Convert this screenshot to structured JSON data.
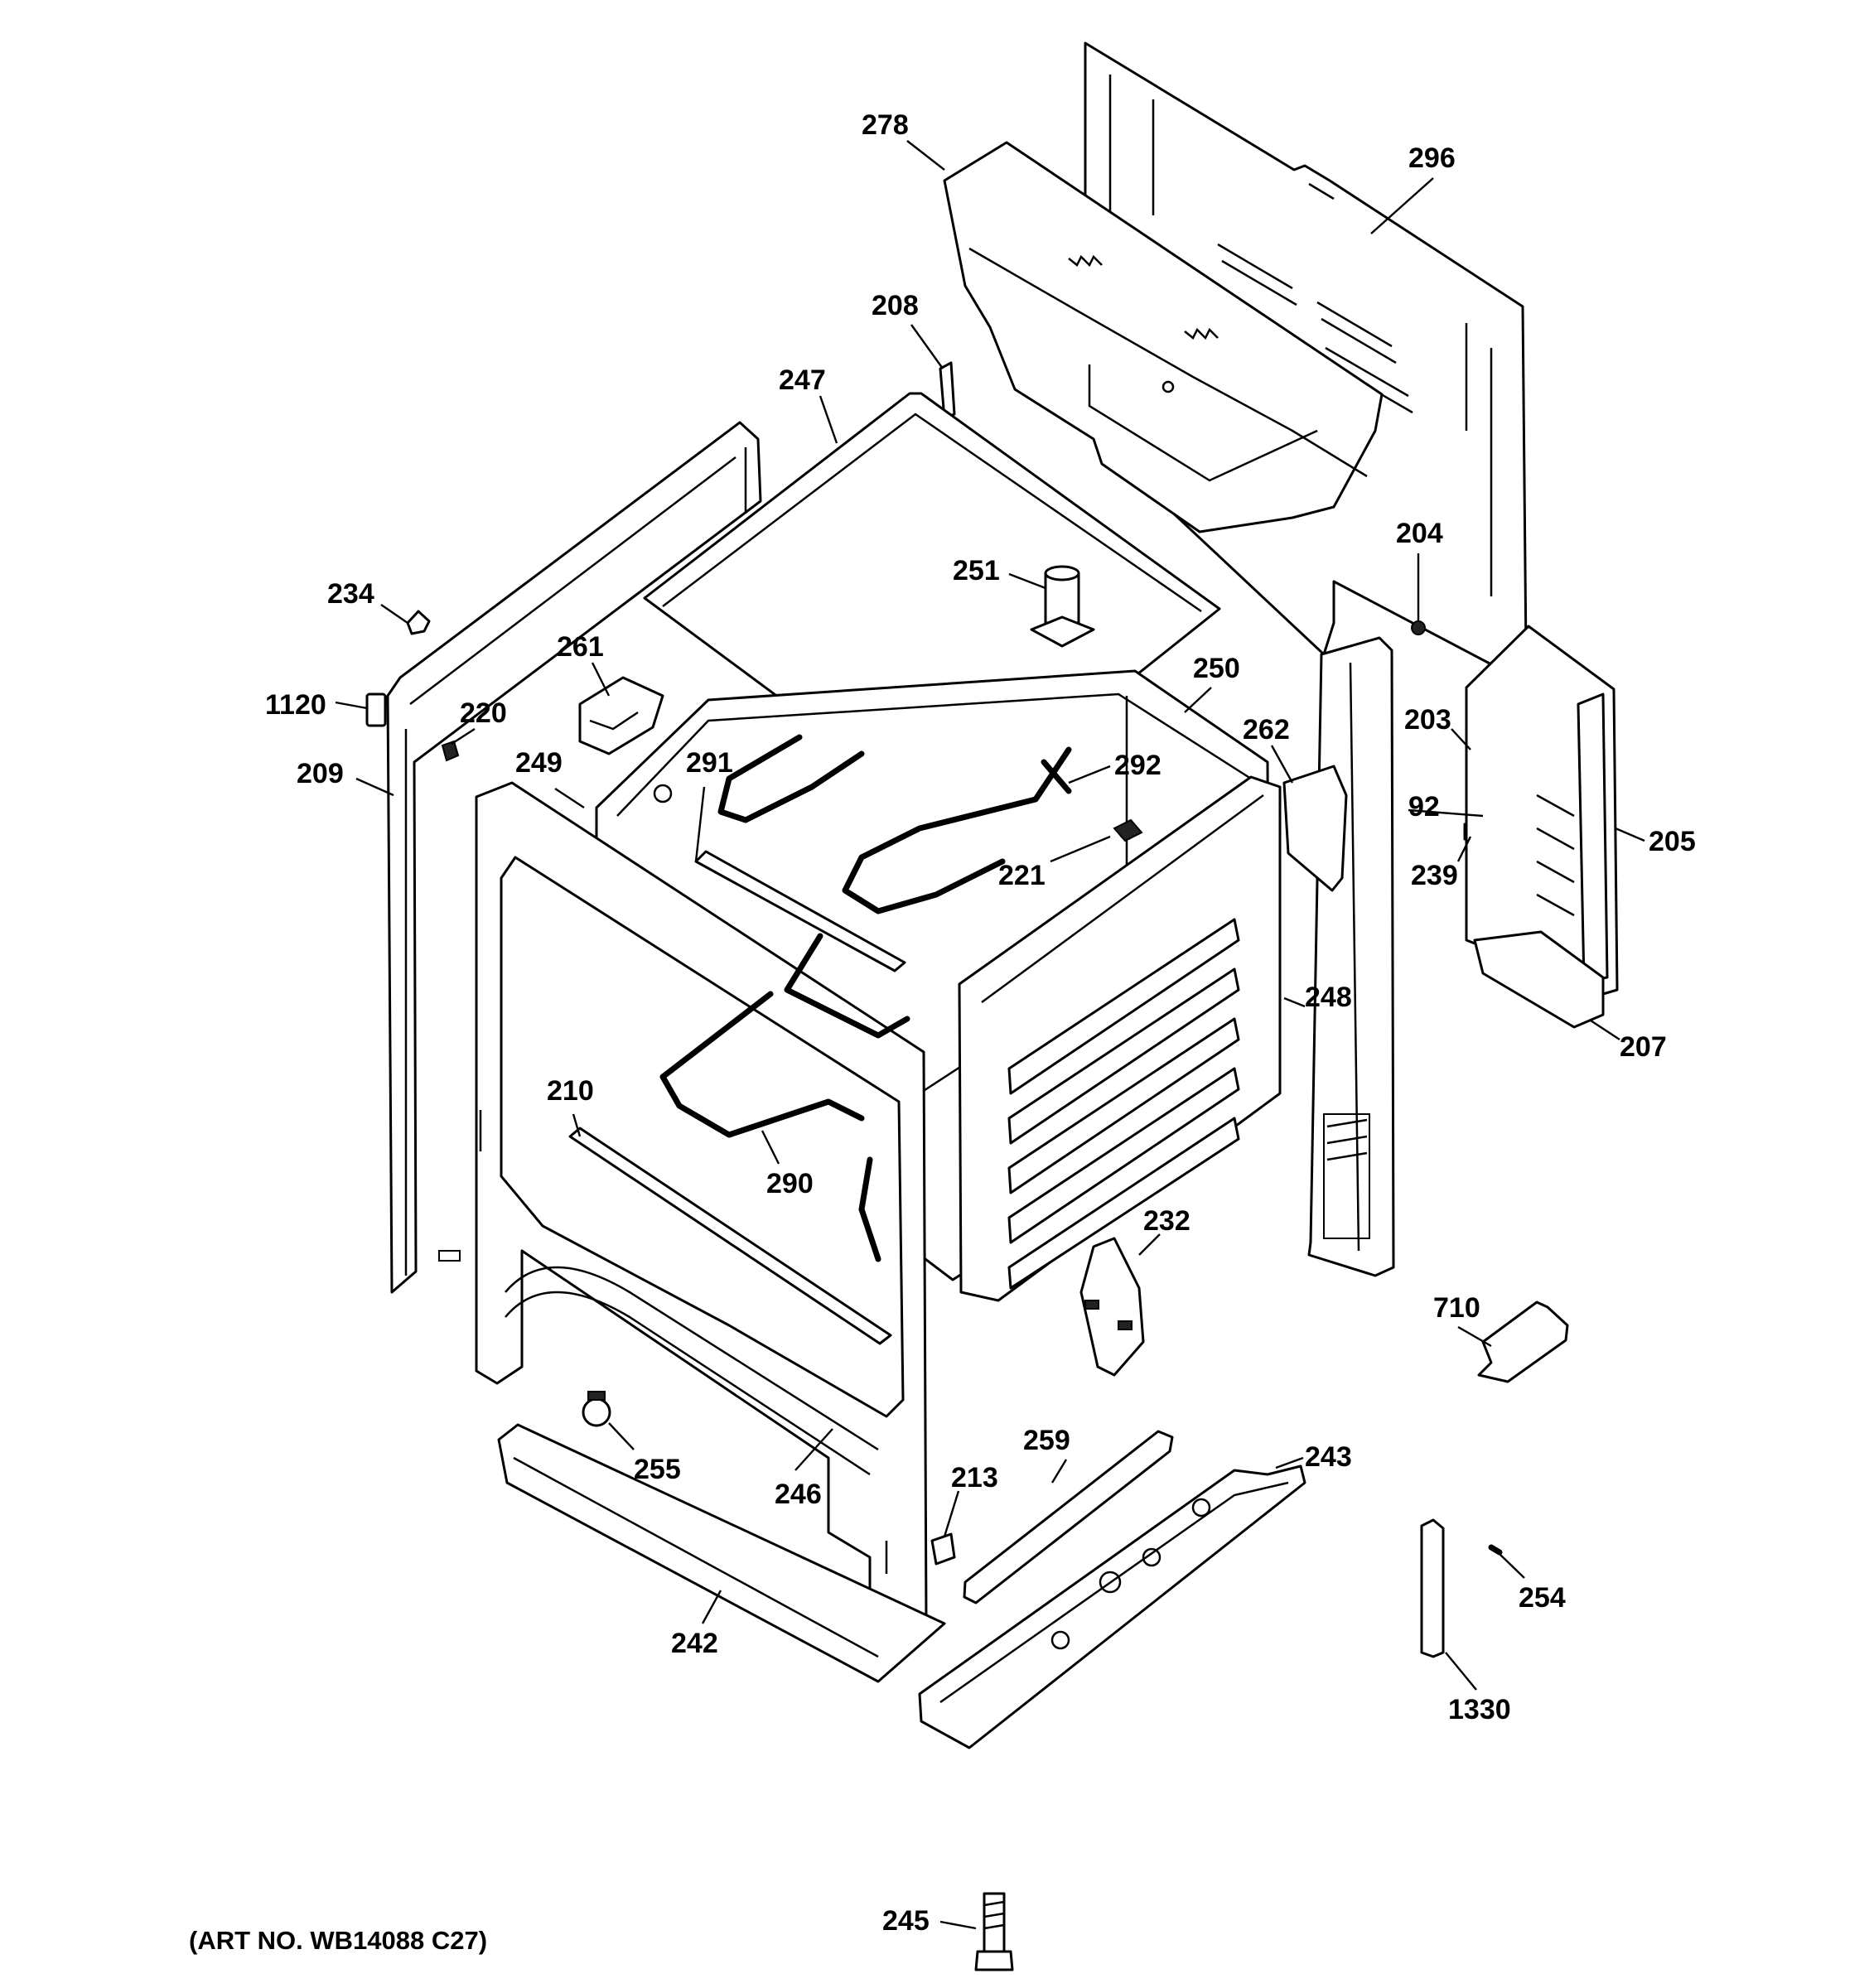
{
  "art_number": "(ART NO. WB14088 C27)",
  "callouts": [
    "278",
    "296",
    "208",
    "247",
    "204",
    "251",
    "234",
    "261",
    "1120",
    "220",
    "250",
    "262",
    "203",
    "209",
    "249",
    "291",
    "292",
    "92",
    "205",
    "239",
    "221",
    "248",
    "207",
    "210",
    "290",
    "232",
    "710",
    "259",
    "243",
    "213",
    "255",
    "246",
    "254",
    "242",
    "1330",
    "245"
  ]
}
